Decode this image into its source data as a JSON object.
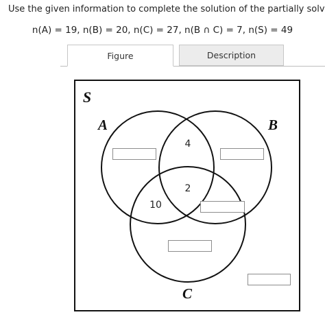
{
  "instruction": "Use the given information to complete the solution of the partially solved",
  "given": "n(A) = 19, n(B) = 20, n(C) = 27, n(B ∩ C) = 7, n(S) = 49",
  "tabs": [
    {
      "label": "Figure",
      "selected": true
    },
    {
      "label": "Description",
      "selected": false
    }
  ],
  "diagram": {
    "universe_label": "S",
    "set_labels": {
      "A": "A",
      "B": "B",
      "C": "C"
    },
    "region_values": {
      "a_and_b_only": "4",
      "a_and_b_and_c": "2",
      "a_and_c_only": "10"
    },
    "blank_fields": [
      {
        "region": "a_only",
        "value": ""
      },
      {
        "region": "b_only",
        "value": ""
      },
      {
        "region": "b_and_c_only",
        "value": ""
      },
      {
        "region": "c_only",
        "value": ""
      },
      {
        "region": "outside",
        "value": ""
      }
    ]
  }
}
